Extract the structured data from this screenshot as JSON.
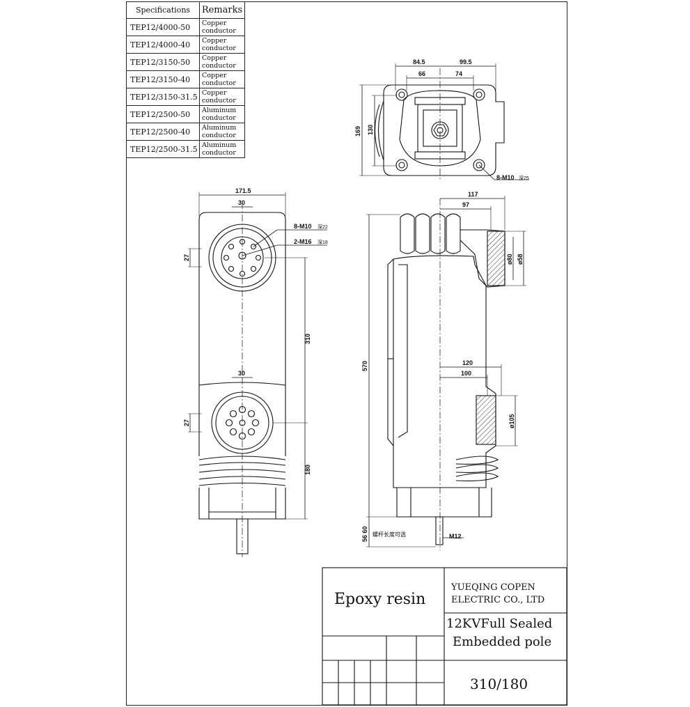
{
  "spec_table": {
    "headers": [
      "Specifications",
      "Remarks"
    ],
    "rows": [
      {
        "spec": "TEP12/4000-50",
        "remark": "Copper conductor"
      },
      {
        "spec": "TEP12/4000-40",
        "remark": "Copper conductor"
      },
      {
        "spec": "TEP12/3150-50",
        "remark": "Copper conductor"
      },
      {
        "spec": "TEP12/3150-40",
        "remark": "Copper conductor"
      },
      {
        "spec": "TEP12/3150-31.5",
        "remark": "Copper conductor"
      },
      {
        "spec": "TEP12/2500-50",
        "remark": "Aluminum conductor"
      },
      {
        "spec": "TEP12/2500-40",
        "remark": "Aluminum conductor"
      },
      {
        "spec": "TEP12/2500-31.5",
        "remark": "Aluminum conductor"
      }
    ]
  },
  "top_view": {
    "dims": {
      "w_left_outer": "84.5",
      "w_right_outer": "99.5",
      "w_left_inner": "66",
      "w_right_inner": "74",
      "h_outer": "169",
      "h_inner": "130"
    },
    "callout": "8-M10",
    "callout_note": "深25"
  },
  "front_view": {
    "dims": {
      "width": "171.5",
      "upper_30": "30",
      "upper_27": "27",
      "height_310": "310",
      "lower_30": "30",
      "lower_27": "27",
      "height_180": "180"
    },
    "callout_1": "8-M10",
    "callout_1_note": "深22",
    "callout_2": "2-M16",
    "callout_2_note": "深18"
  },
  "side_view": {
    "dims": {
      "d117": "117",
      "d97": "97",
      "d80": "ø80",
      "d58": "ø58",
      "d570": "570",
      "d120": "120",
      "d100": "100",
      "d105": "ø105",
      "d5660": "56 60",
      "m12": "M12"
    },
    "note": "螺杆长度可选"
  },
  "title_block": {
    "material": "Epoxy resin",
    "company_line1": "YUEQING COPEN",
    "company_line2": "ELECTRIC CO., LTD",
    "product_line1": "12KVFull Sealed",
    "product_line2": "Embedded pole",
    "ratio": "310/180"
  }
}
